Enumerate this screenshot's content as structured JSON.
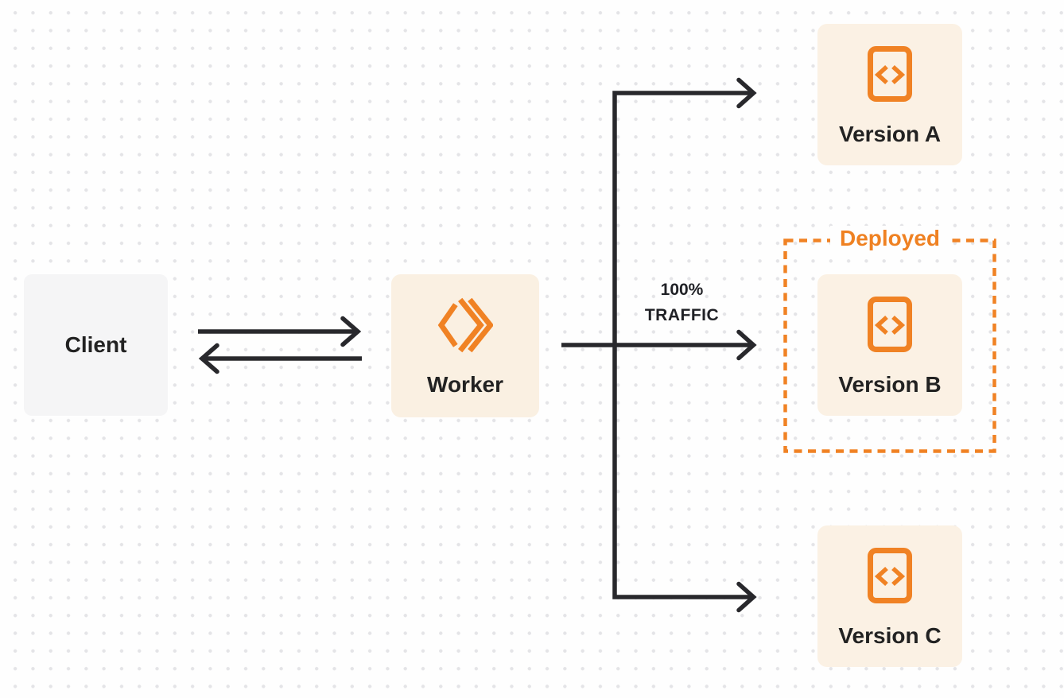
{
  "diagram_title": "worker-version-routing-diagram",
  "colors": {
    "accent_orange": "#F08224",
    "arrow_dark": "#28282C",
    "text_dark": "#222222",
    "client_box_bg": "#F5F5F6",
    "worker_box_bg": "#FAF0E2",
    "version_box_bg": "#FBF1E4",
    "dot_grid": "#E4E4E7",
    "page_bg": "#FEFEFE"
  },
  "nodes": {
    "client": {
      "label": "Client"
    },
    "worker": {
      "label": "Worker",
      "icon": "workers-logo-icon"
    },
    "versions": [
      {
        "label": "Version A",
        "icon": "code-file-icon",
        "deployed": false
      },
      {
        "label": "Version B",
        "icon": "code-file-icon",
        "deployed": true
      },
      {
        "label": "Version C",
        "icon": "code-file-icon",
        "deployed": false
      }
    ]
  },
  "annotations": {
    "deployed_label": "Deployed",
    "traffic_percent": "100%",
    "traffic_word": "TRAFFIC"
  },
  "edges": [
    {
      "from": "client",
      "to": "worker",
      "style": "arrow-right"
    },
    {
      "from": "worker",
      "to": "client",
      "style": "arrow-left"
    },
    {
      "from": "worker",
      "to": "version-a",
      "style": "arrow-branch"
    },
    {
      "from": "worker",
      "to": "version-b",
      "style": "arrow-branch",
      "label": "100% TRAFFIC"
    },
    {
      "from": "worker",
      "to": "version-c",
      "style": "arrow-branch"
    }
  ]
}
